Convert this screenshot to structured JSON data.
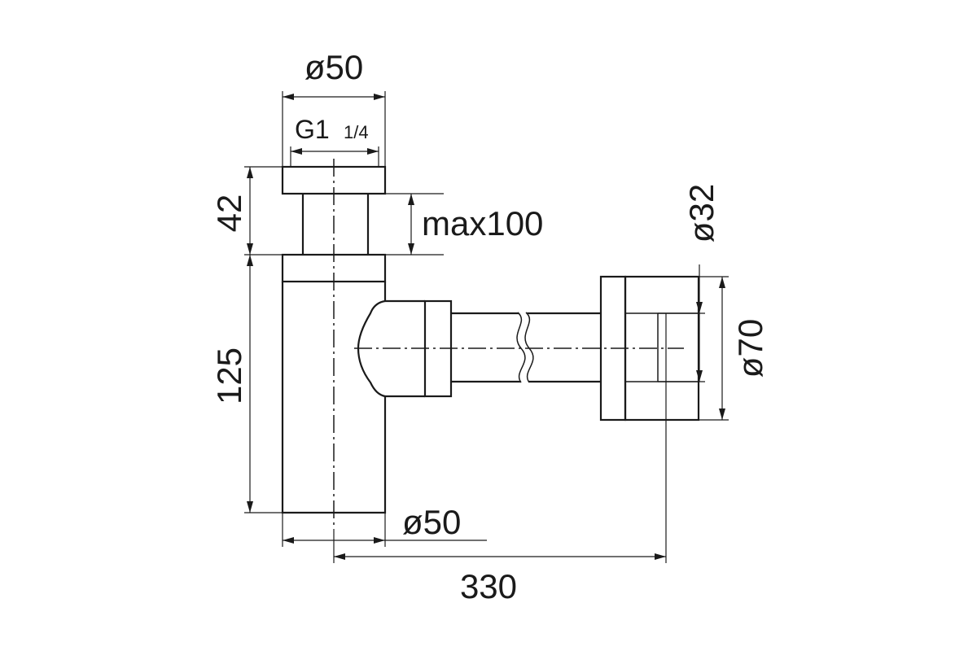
{
  "dimensions": {
    "top_outer_diameter": "ø50",
    "thread_main": "G1",
    "thread_fraction": "1/4",
    "nut_height": "42",
    "adjustable_length": "max100",
    "body_height": "125",
    "body_diameter": "ø50",
    "horizontal_length": "330",
    "pipe_diameter": "ø32",
    "flange_diameter": "ø70"
  }
}
